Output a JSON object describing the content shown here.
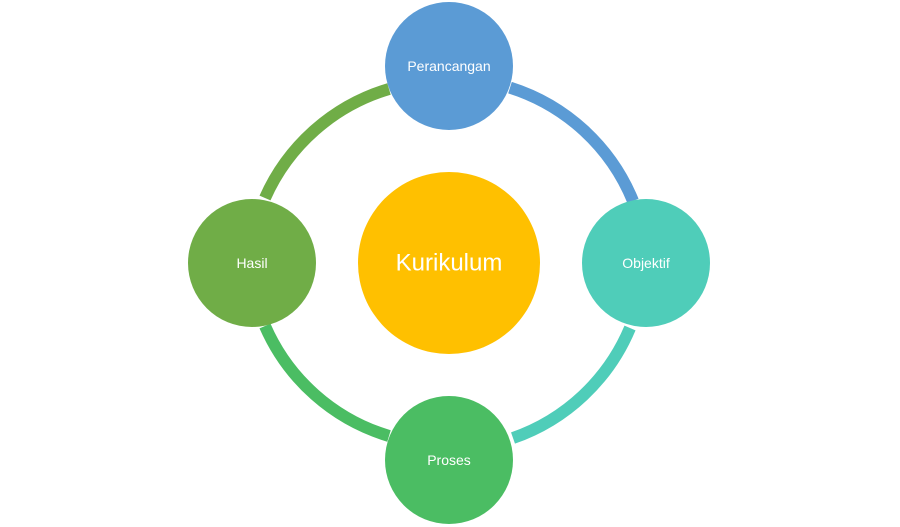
{
  "diagram": {
    "center": {
      "label": "Kurikulum",
      "color": "#FFC000"
    },
    "nodes": [
      {
        "id": "perancangan",
        "label": "Perancangan",
        "color": "#5B9BD5"
      },
      {
        "id": "objektif",
        "label": "Objektif",
        "color": "#4FCDB9"
      },
      {
        "id": "proses",
        "label": "Proses",
        "color": "#4BBD63"
      },
      {
        "id": "hasil",
        "label": "Hasil",
        "color": "#70AD47"
      }
    ],
    "arcs": [
      {
        "from": "perancangan",
        "to": "objektif",
        "color": "#5B9BD5"
      },
      {
        "from": "objektif",
        "to": "proses",
        "color": "#4FCDB9"
      },
      {
        "from": "proses",
        "to": "hasil",
        "color": "#4BBD63"
      },
      {
        "from": "hasil",
        "to": "perancangan",
        "color": "#70AD47"
      }
    ]
  }
}
